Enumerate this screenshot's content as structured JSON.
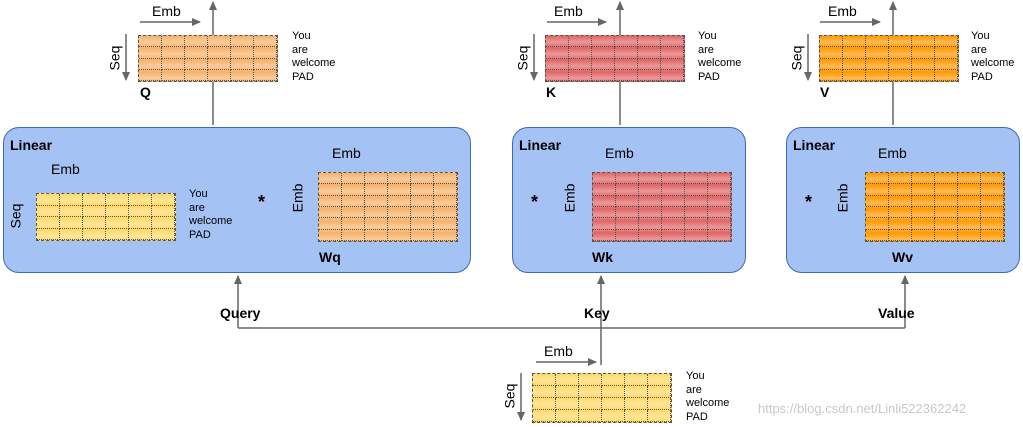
{
  "labels": {
    "emb": "Emb",
    "seq": "Seq",
    "star": "*",
    "linear": "Linear"
  },
  "tokens": [
    "You",
    "are",
    "welcome",
    "PAD"
  ],
  "outputs": {
    "q": "Q",
    "k": "K",
    "v": "V"
  },
  "weights": {
    "q": "Wq",
    "k": "Wk",
    "v": "Wv"
  },
  "inputs": {
    "query": "Query",
    "key": "Key",
    "value": "Value"
  },
  "watermark": "https://blog.csdn.net/Linli522362242",
  "colors": {
    "input_matrix": "#ffd966",
    "q_matrix": "#f6b26b",
    "k_matrix": "#e06666",
    "v_matrix": "#ff9900",
    "linear_box": "#a4c2f4"
  }
}
